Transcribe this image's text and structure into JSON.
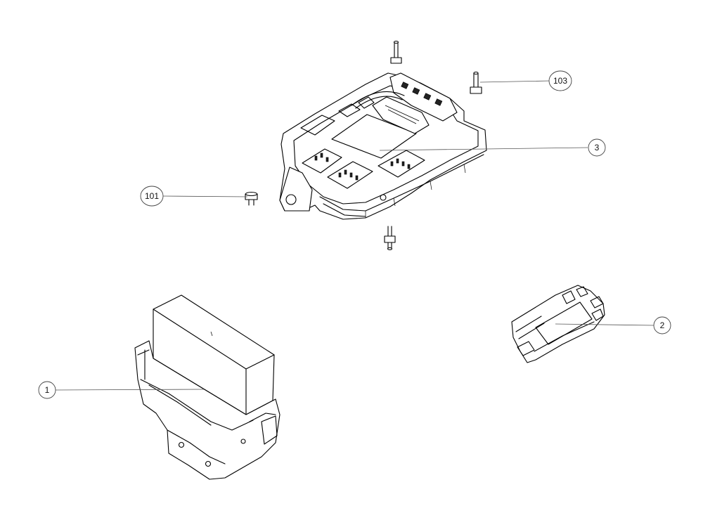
{
  "callouts": {
    "c103": "103",
    "c3": "3",
    "c101": "101",
    "c2": "2",
    "c1": "1"
  }
}
